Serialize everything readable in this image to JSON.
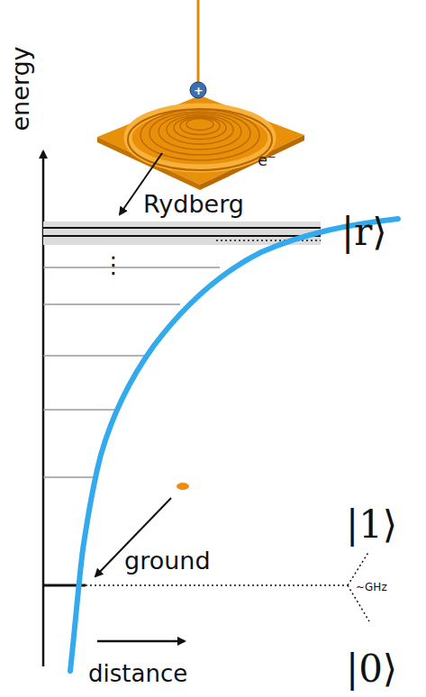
{
  "diagram": {
    "labels": [
      "e⁻",
      "+",
      "energy",
      "Rydberg",
      "|r⟩",
      "⋮",
      "|1⟩",
      "ground",
      "~GHz",
      "|0⟩",
      "distance"
    ]
  }
}
